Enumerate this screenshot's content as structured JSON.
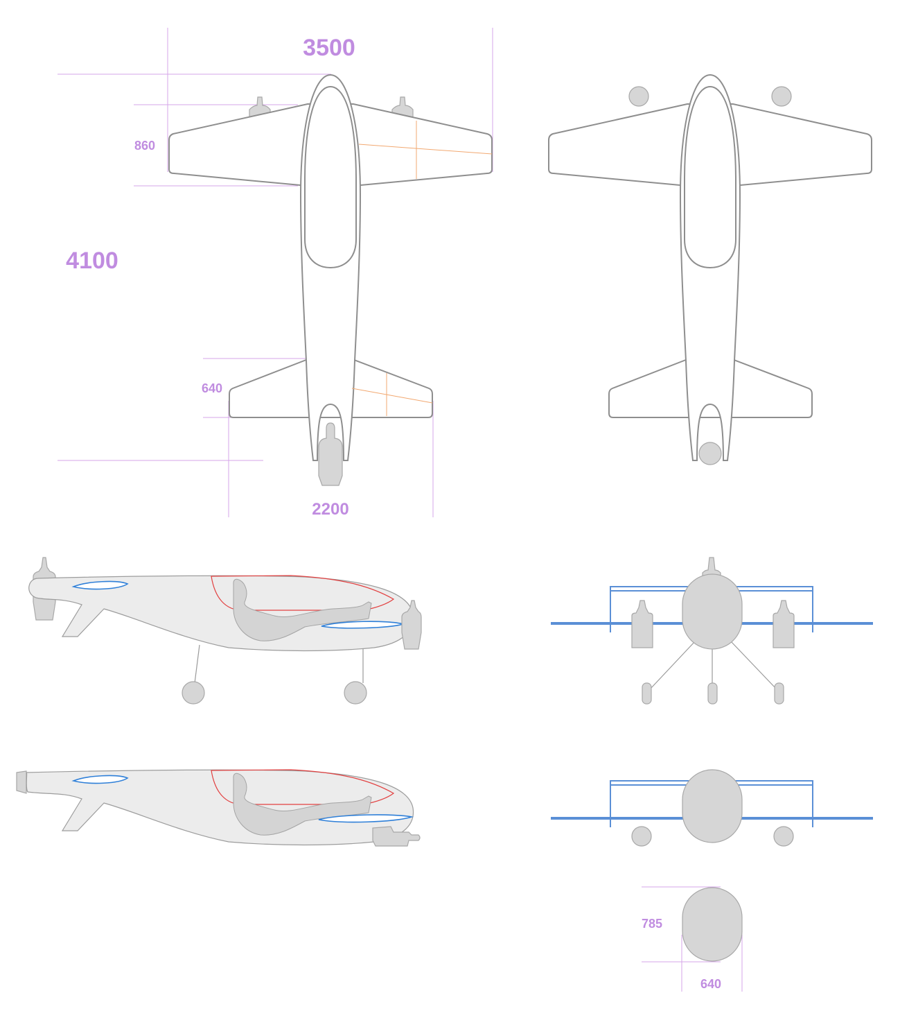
{
  "dimensions": {
    "wingspan": "3500",
    "length": "4100",
    "wing_chord": "860",
    "tail_chord": "640",
    "tail_span": "2200",
    "fuselage_height": "785",
    "fuselage_width": "640"
  },
  "colors": {
    "dimension": "#c08ce0",
    "outline": "#8e8e8e",
    "canopy": "#e24040",
    "airfoil": "#2e7fd8",
    "frame": "#5a8fd6",
    "reference_line": "#f2a870"
  }
}
